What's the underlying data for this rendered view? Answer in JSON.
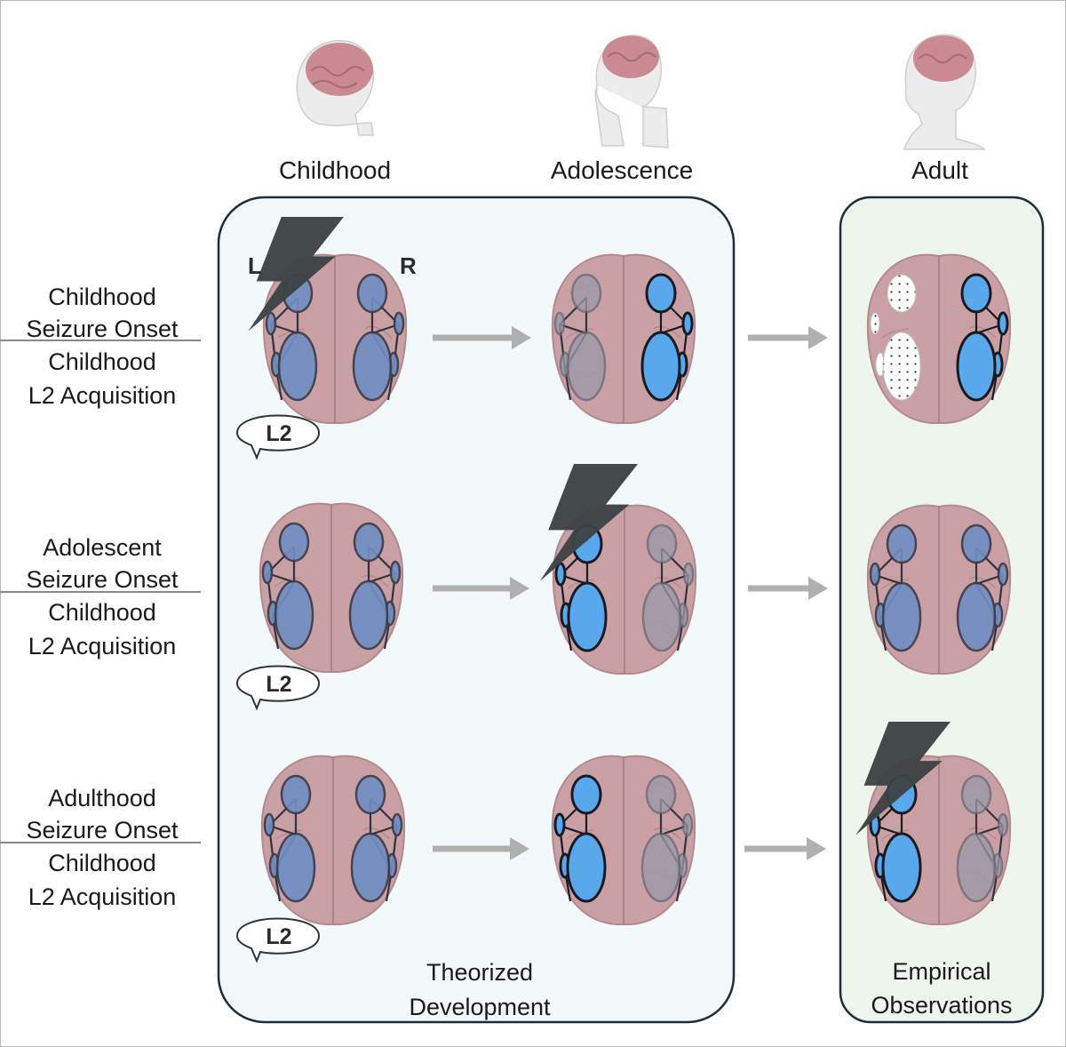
{
  "stages": [
    "Childhood",
    "Adolescence",
    "Adult"
  ],
  "hemisphere_labels": {
    "left": "L",
    "right": "R"
  },
  "rows": [
    {
      "top": "Childhood",
      "top2": "Seizure Onset",
      "bottom": "Childhood",
      "bottom2": "L2 Acquisition"
    },
    {
      "top": "Adolescent",
      "top2": "Seizure Onset",
      "bottom": "Childhood",
      "bottom2": "L2 Acquisition"
    },
    {
      "top": "Adulthood",
      "top2": "Seizure Onset",
      "bottom": "Childhood",
      "bottom2": "L2 Acquisition"
    }
  ],
  "bubble_label": "L2",
  "panels": {
    "theorized": {
      "line1": "Theorized",
      "line2": "Development"
    },
    "empirical": {
      "line1": "Empirical",
      "line2": "Observations"
    }
  },
  "colors": {
    "network_active": "#5aa8ec",
    "network_default": "#6f8fc4",
    "network_faded": "#9a9aa8",
    "brain_fill": "#c9a0a4",
    "lightning": "#3c4345",
    "arrow": "#b0b0b0",
    "theorized_panel": "#f3f8fb",
    "empirical_panel": "#eef5ec"
  },
  "icons": [
    "child-head-icon",
    "adolescent-head-icon",
    "adult-head-icon",
    "lightning-icon",
    "speech-bubble-icon",
    "arrow-right-icon",
    "brain-network-icon"
  ]
}
